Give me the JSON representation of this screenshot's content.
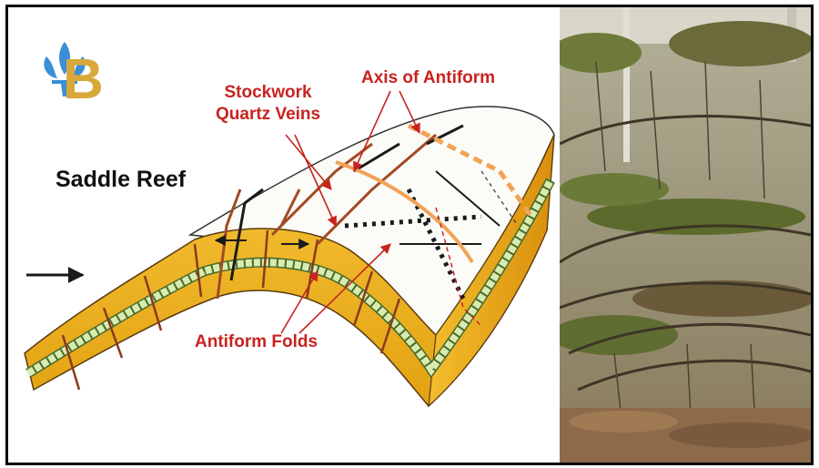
{
  "figure": {
    "title": "Saddle Reef",
    "labels": {
      "stockwork_line1": "Stockwork",
      "stockwork_line2": "Quartz Veins",
      "axis": "Axis of Antiform",
      "folds": "Antiform Folds"
    },
    "logo": {
      "letter": "B",
      "icon": "fleur-de-lis-icon"
    },
    "colors": {
      "label_red": "#c8231f",
      "fold_yellow": "#f0b41e",
      "fold_dark": "#c98a10",
      "quartz_band": "#d8ecb0",
      "vein_brown": "#8a3a1c",
      "axis_orange": "#f2a356",
      "arrow_black": "#1a1a1a"
    }
  }
}
